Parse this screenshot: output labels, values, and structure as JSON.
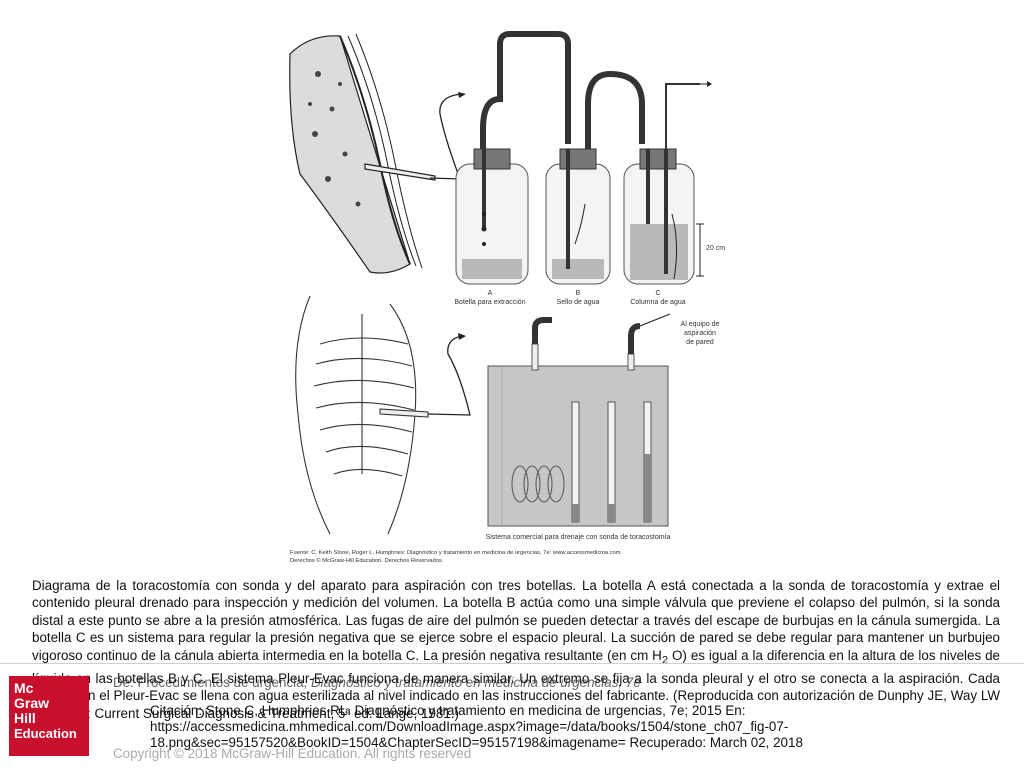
{
  "figure": {
    "bottle_labels": {
      "a_letter": "A",
      "a_name": "Botella para extracción",
      "b_letter": "B",
      "b_name": "Sello de agua",
      "c_letter": "C",
      "c_name": "Columna de agua"
    },
    "measure": "20 cm",
    "source_line1": "Fuente: C. Keith Stone, Roger L. Humphries: Diagnóstico y tratamiento en medicina de urgencias, 7e: www.accessmedicina.com",
    "source_line2": "Derechos © McGraw-Hill Education. Derechos Reservados.",
    "wall_label_1": "Al equipo de",
    "wall_label_2": "aspiración",
    "wall_label_3": "de pared",
    "commercial_caption": "Sistema comercial para drenaje con sonda de toracostomía",
    "colors": {
      "line": "#222222",
      "tube": "#333333",
      "liquid": "#b9b9b9",
      "box": "#c6c6c6"
    }
  },
  "caption": {
    "text_before_sub": " Diagrama de la toracostomía con sonda y del aparato para aspiración con tres botellas. La botella A está conectada a la sonda de toracostomía y extrae el contenido pleural drenado para inspección y medición del volumen. La botella B actúa como una simple válvula que previene el colapso del pulmón, si la sonda distal a este punto se abre a la presión atmosférica. Las fugas de aire del pulmón se pueden detectar a través del escape de burbujas en la cánula sumergida. La botella C es un sistema para regular la presión negativa que se ejerce sobre el espacio pleural. La succión de pared se debe regular para mantener un burbujeo vigoroso continuo de la cánula abierta intermedia en la botella C. La presión negativa resultante (en cm H",
    "subscript": "2",
    "text_after_sub": " O) es igual a la diferencia en la altura de los niveles de líquido en las botellas B y C. El sistema Pleur-Evac funciona de manera similar. Un extremo se fija a la sonda pleural y el otro se conecta a la aspiración. Cada cámara en el Pleur-Evac se llena con agua esterilizada al nivel indicado en las instrucciones del fabricante. (Reproducida con autorización de Dunphy JE, Way LW [editores]: Current Surgical Diagnosis & Treatment, 5ª ed. Lange, 1981.)"
  },
  "logo": {
    "l1": "Mc",
    "l2": "Graw",
    "l3": "Hill",
    "l4": "Education"
  },
  "reference": {
    "line1_prefix": "De: Procedimientos de urgencia, ",
    "line1_italic": "Diagnóstico y tratamiento en medicina de urgencias, 7e",
    "line2": "Citación: Stone C, Humphries RL. Diagnóstico y tratamiento en medicina de urgencias, 7e; 2015 En:",
    "line3": "https://accessmedicina.mhmedical.com/DownloadImage.aspx?image=/data/books/1504/stone_ch07_fig-07-",
    "line4": "18.png&sec=95157520&BookID=1504&ChapterSecID=95157198&imagename= Recuperado: March 02, 2018"
  },
  "copyright": "Copyright © 2018 McGraw-Hill Education. All rights reserved"
}
